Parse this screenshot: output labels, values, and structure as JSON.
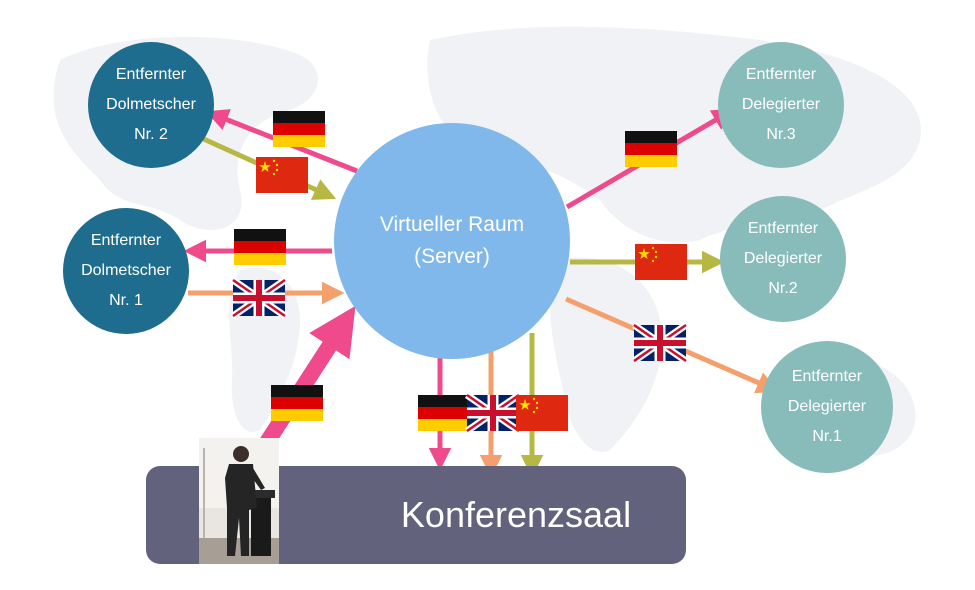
{
  "nodes": {
    "interpreter_2": {
      "line1": "Entfernter",
      "line2": "Dolmetscher",
      "line3": "Nr. 2"
    },
    "interpreter_1": {
      "line1": "Entfernter",
      "line2": "Dolmetscher",
      "line3": "Nr. 1"
    },
    "server": {
      "line1": "Virtueller Raum",
      "line2": "(Server)"
    },
    "delegate_3": {
      "line1": "Entfernter",
      "line2": "Delegierter",
      "line3": "Nr.3"
    },
    "delegate_2": {
      "line1": "Entfernter",
      "line2": "Delegierter",
      "line3": "Nr.2"
    },
    "delegate_1": {
      "line1": "Entfernter",
      "line2": "Delegierter",
      "line3": "Nr.1"
    },
    "conference_hall": {
      "label": "Konferenzsaal"
    }
  },
  "flags": {
    "german": "german-flag-icon",
    "chinese": "chinese-flag-icon",
    "british": "union-jack-flag-icon"
  },
  "colors": {
    "interpreter_node": "#1e6d8e",
    "delegate_node": "#88bcbb",
    "server_node": "#80b8ec",
    "conference_hall": "#63627c",
    "arrow_german": "#ef4b8c",
    "arrow_chinese": "#b7b844",
    "arrow_english": "#f5a06c"
  }
}
